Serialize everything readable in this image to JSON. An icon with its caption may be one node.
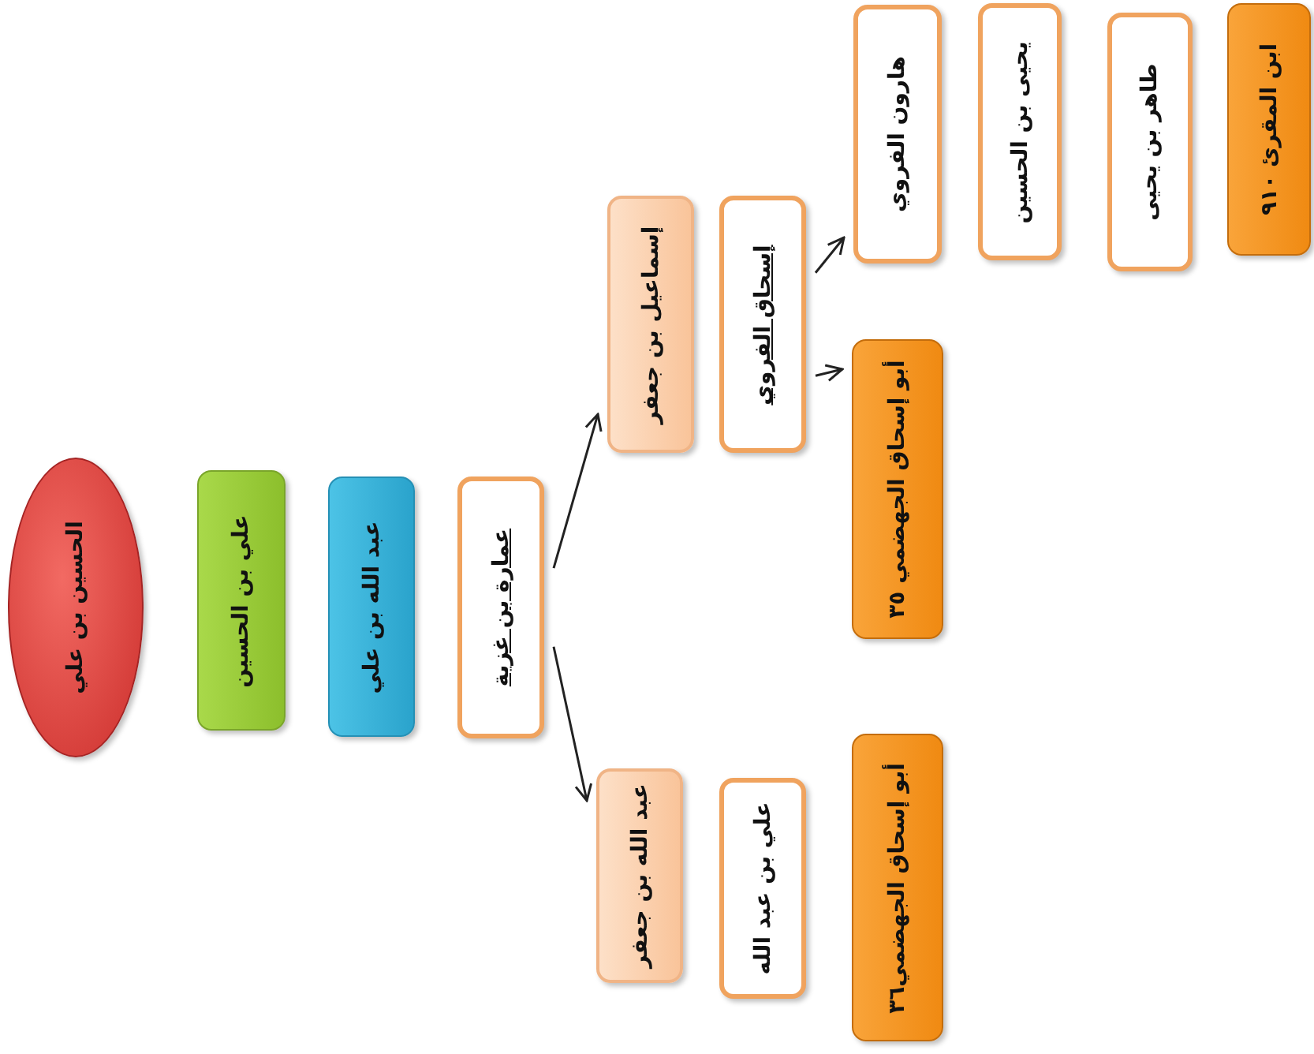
{
  "diagram": {
    "nodes": [
      {
        "text": [
          "الحسين بن علي"
        ]
      },
      {
        "text": [
          "علي بن الحسين"
        ]
      },
      {
        "text": [
          "عبد الله بن علي"
        ]
      },
      {
        "text": [
          "عمارة بن غزية"
        ]
      },
      {
        "text": [
          "إسماعيل بن جعفر"
        ]
      },
      {
        "text": [
          "إسحاق الفروي"
        ]
      },
      {
        "text": [
          "أبو إسحاق الجهضمي ٣٥"
        ]
      },
      {
        "text": [
          "هارون الفروي"
        ]
      },
      {
        "text": [
          "يحيى بن الحسين"
        ]
      },
      {
        "text": [
          "طاهر بن يحيى"
        ]
      },
      {
        "text": [
          "ابن المقرئ ٩١٠"
        ]
      },
      {
        "text": [
          "عبد الله بن جعفر"
        ]
      },
      {
        "text": [
          "علي بن عبد الله"
        ]
      },
      {
        "text": [
          "أبو إسحاق الجهضمي٣٦"
        ]
      }
    ],
    "edges": [
      {
        "from": 3,
        "to": 4,
        "arrow": "to"
      },
      {
        "from": 3,
        "to": 11,
        "arrow": "to"
      },
      {
        "from": 5,
        "to": 7,
        "arrow": "to"
      },
      {
        "from": 5,
        "to": 6,
        "arrow": "to"
      }
    ]
  }
}
